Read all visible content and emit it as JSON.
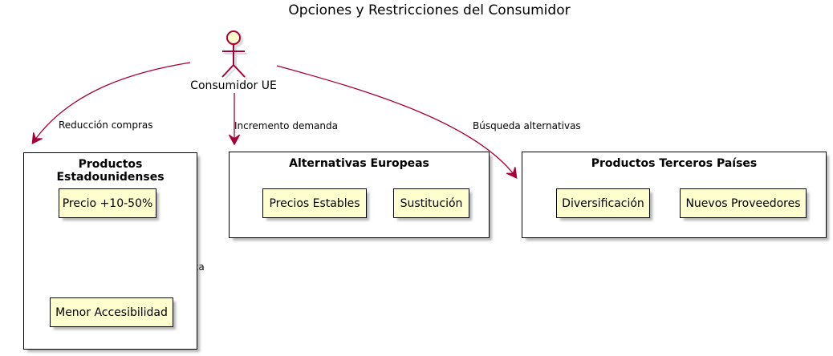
{
  "diagram": {
    "title": "Opciones y Restricciones del Consumidor",
    "actor": {
      "label": "Consumidor UE"
    },
    "edges": {
      "reduccion": {
        "label": "Reducción compras"
      },
      "incremento": {
        "label": "Incremento demanda"
      },
      "busqueda": {
        "label": "Búsqueda alternativas"
      },
      "barrera": {
        "label": "Barrera económica"
      }
    },
    "packages": [
      {
        "title": "Productos Estadounidenses",
        "nodes": [
          "Precio +10-50%",
          "Menor Accesibilidad"
        ]
      },
      {
        "title": "Alternativas Europeas",
        "nodes": [
          "Precios Estables",
          "Sustitución"
        ]
      },
      {
        "title": "Productos Terceros Países",
        "nodes": [
          "Diversificación",
          "Nuevos Proveedores"
        ]
      }
    ],
    "colors": {
      "line": "#A80036",
      "node_fill": "#FEFECE",
      "border": "#000000",
      "background": "#FFFFFF"
    }
  }
}
